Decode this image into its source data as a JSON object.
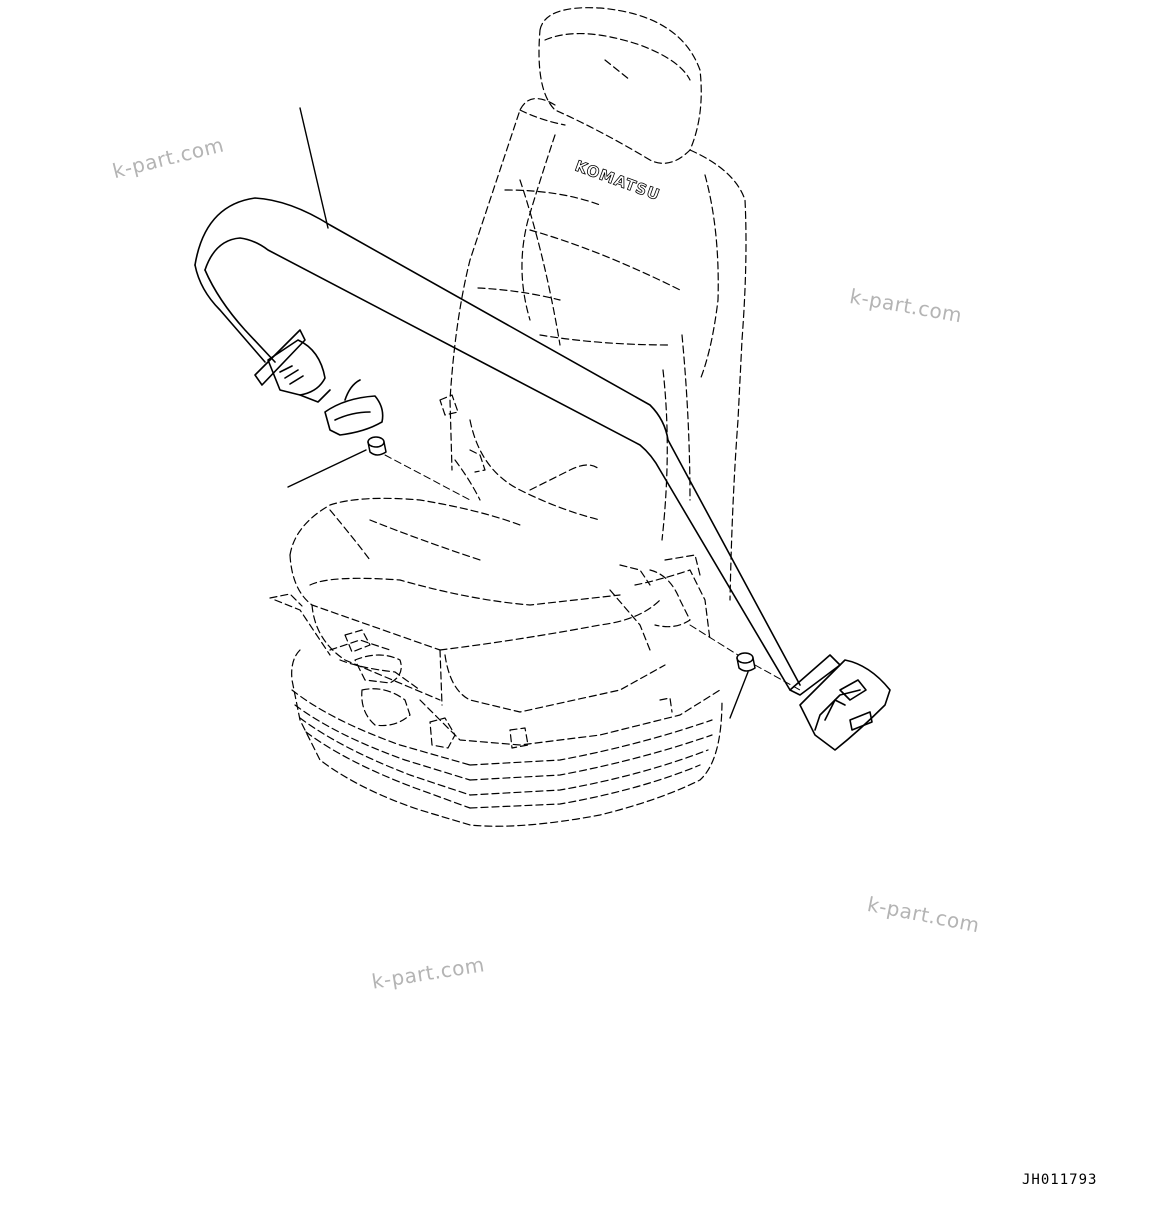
{
  "watermarks": [
    "k-part.com",
    "k-part.com",
    "k-part.com",
    "k-part.com"
  ],
  "seat_logo_text": "KOMATSU",
  "drawing_code": "JH011793",
  "icons": [
    "seat-outline",
    "seat-belt",
    "belt-buckle",
    "belt-tongue",
    "mounting-collar",
    "leader-line"
  ]
}
